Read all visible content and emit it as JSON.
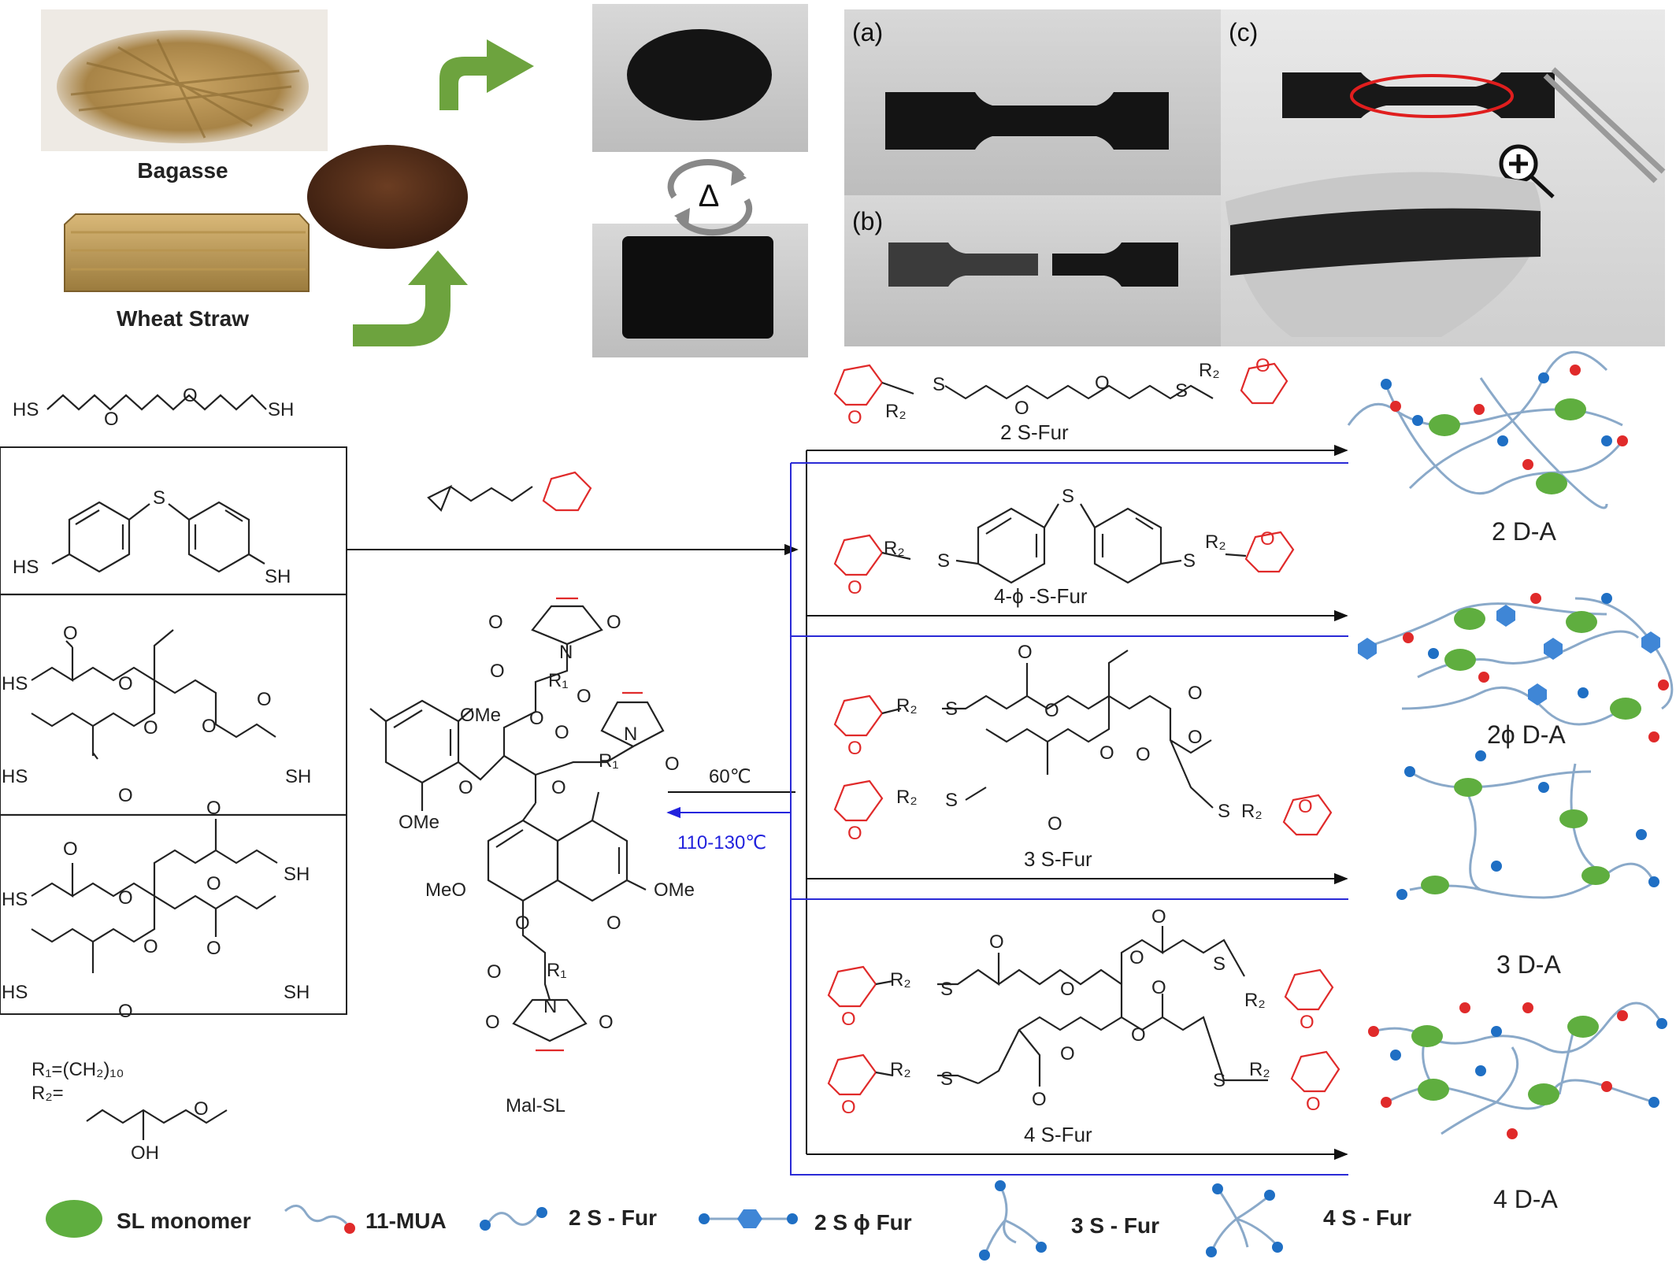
{
  "photos": {
    "bagasse_label": "Bagasse",
    "wheat_label": "Wheat Straw",
    "heat_symbol": "Δ",
    "panel_a": "(a)",
    "panel_b": "(b)",
    "panel_c": "(c)"
  },
  "monomers": {
    "hs": "HS",
    "sh": "SH",
    "s": "S",
    "o": "O"
  },
  "center": {
    "mal_sl_label": "Mal-SL",
    "forward_temp": "60℃",
    "reverse_temp": "110-130℃",
    "ome": "OMe",
    "meo": "MeO",
    "r1": "R₁",
    "n": "N",
    "o": "O",
    "r_defs_1": "R₁=(CH₂)₁₀",
    "r_defs_2": "R₂=",
    "oh": "OH"
  },
  "products": {
    "p1": "2 S-Fur",
    "p2": "4-ϕ -S-Fur",
    "p3": "3 S-Fur",
    "p4": "4 S-Fur",
    "r2": "R₂",
    "s": "S",
    "o": "O"
  },
  "networks": {
    "n1": "2 D-A",
    "n2": "2ϕ D-A",
    "n3": "3 D-A",
    "n4": "4 D-A"
  },
  "legend": {
    "sl": "SL monomer",
    "mua": "11-MUA",
    "s2": "2 S - Fur",
    "s2phi": "2 S ϕ Fur",
    "s3": "3 S - Fur",
    "s4": "4 S - Fur"
  },
  "colors": {
    "green": "#5fae3f",
    "blue": "#1f6fc4",
    "red": "#e02a2a",
    "reverse_arrow": "#2222dd",
    "chain": "#8aa9c9",
    "hex": "#3f86d6"
  }
}
